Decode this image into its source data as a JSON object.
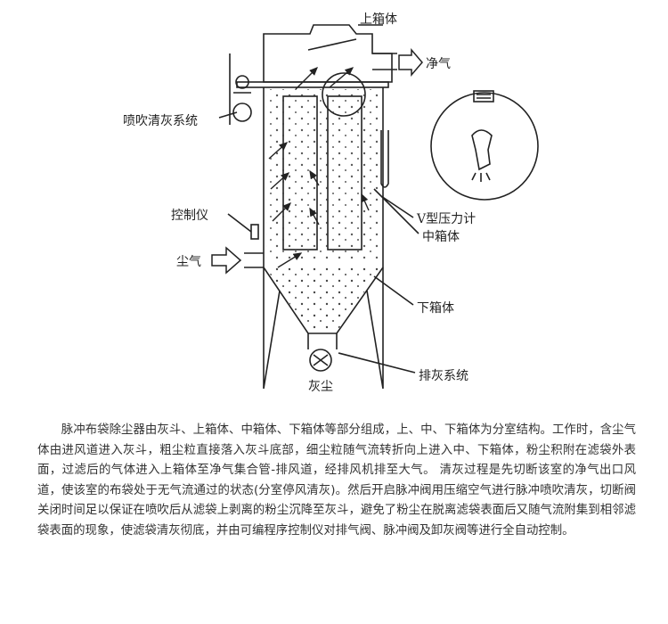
{
  "diagram": {
    "labels": {
      "upper_box": "上箱体",
      "clean_air": "净气",
      "pulse_system": "喷吹清灰系统",
      "controller": "控制仪",
      "pressure_gauge": "V型压力计",
      "middle_box": "中箱体",
      "dust_air": "尘气",
      "lower_box": "下箱体",
      "discharge_system": "排灰系统",
      "ash": "灰尘"
    }
  },
  "description": "脉冲布袋除尘器由灰斗、上箱体、中箱体、下箱体等部分组成，上、中、下箱体为分室结构。工作时，含尘气体由进风道进入灰斗，粗尘粒直接落入灰斗底部，细尘粒随气流转折向上进入中、下箱体，粉尘积附在滤袋外表面，过滤后的气体进入上箱体至净气集合管-排风道，经排风机排至大气。 清灰过程是先切断该室的净气出口风道，使该室的布袋处于无气流通过的状态(分室停风清灰)。然后开启脉冲阀用压缩空气进行脉冲喷吹清灰，切断阀关闭时间足以保证在喷吹后从滤袋上剥离的粉尘沉降至灰斗，避免了粉尘在脱离滤袋表面后又随气流附集到相邻滤袋表面的现象，使滤袋清灰彻底，并由可编程序控制仪对排气阀、脉冲阀及卸灰阀等进行全自动控制。"
}
